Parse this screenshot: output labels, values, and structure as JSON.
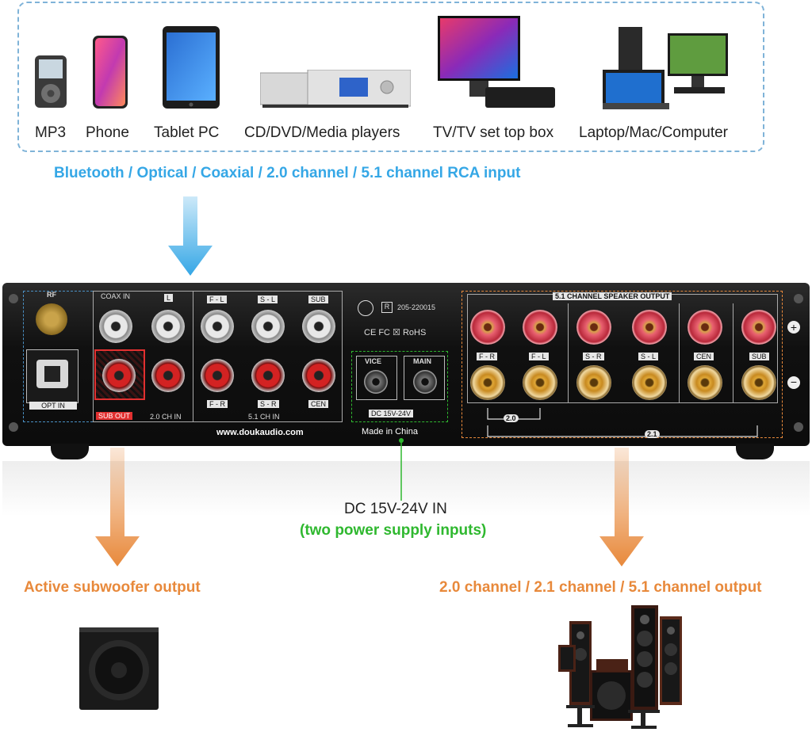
{
  "sources": [
    {
      "label": "MP3",
      "icon": "mp3-player-icon"
    },
    {
      "label": "Phone",
      "icon": "phone-icon"
    },
    {
      "label": "Tablet PC",
      "icon": "tablet-icon"
    },
    {
      "label": "CD/DVD/Media players",
      "icon": "media-player-icon"
    },
    {
      "label": "TV/TV set top box",
      "icon": "tv-icon"
    },
    {
      "label": "Laptop/Mac/Computer",
      "icon": "computer-icon"
    }
  ],
  "input_caption": "Bluetooth / Optical / Coaxial / 2.0 channel / 5.1 channel RCA input",
  "panel": {
    "rf": "RF",
    "coax_in": "COAX IN",
    "opt_in": "OPT IN",
    "sub_out": "SUB OUT",
    "l": "L",
    "r": "R",
    "ch20_in": "2.0 CH IN",
    "fl": "F - L",
    "sl": "S - L",
    "sub": "SUB",
    "fr": "F - R",
    "sr": "S - R",
    "cen": "CEN",
    "ch51_in": "5.1 CH IN",
    "website": "www.doukaudio.com",
    "cert_code": "205-220015",
    "cert_marks": "CE FC ☒ RoHS",
    "vice": "VICE",
    "main": "MAIN",
    "dc_range": "DC 15V-24V",
    "made_in": "Made in China",
    "speaker_output": "5.1 CHANNEL SPEAKER OUTPUT",
    "spk_fr": "F - R",
    "spk_fl": "F - L",
    "spk_sr": "S - R",
    "spk_sl": "S - L",
    "spk_cen": "CEN",
    "spk_sub": "SUB",
    "group_20": "2.0",
    "group_21": "2.1",
    "plus": "+",
    "minus": "−"
  },
  "dc_in": "DC 15V-24V IN",
  "dc_in_sub": "(two power supply inputs)",
  "sub_output_caption": "Active subwoofer output",
  "channel_output_caption": "2.0 channel / 2.1 channel / 5.1 channel output",
  "colors": {
    "blue": "#35a7e6",
    "orange": "#e8893b",
    "green": "#2fb82f",
    "dashed_border": "#7fb3d8"
  }
}
